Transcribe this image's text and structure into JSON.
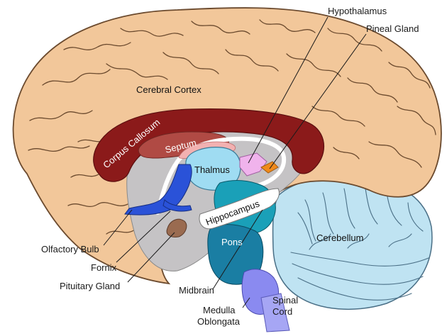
{
  "colors": {
    "cortex": "#f2c79a",
    "cortex_outline": "#6b4a2e",
    "corpus_callosum": "#8b1a1a",
    "septum": "#b04a44",
    "inner_gray": "#c5c3c5",
    "thalamus": "#9fdcf2",
    "hypothalamus": "#f0b3ec",
    "pineal": "#f08a1a",
    "fornix_blue": "#2a52d8",
    "midbrain": "#1aa0b8",
    "pons": "#1a7ea3",
    "medulla": "#8a8af0",
    "spinal_cord": "#a6a6f4",
    "cerebellum": "#bfe3f2",
    "pituitary": "#9a6b50",
    "hippocampus": "#ffffff"
  },
  "labels": {
    "hypothalamus": "Hypothalamus",
    "pineal_gland": "Pineal Gland",
    "cerebral_cortex": "Cerebral Cortex",
    "corpus_callosum": "Corpus Callosum",
    "septum": "Septum",
    "thalmus": "Thalmus",
    "hippocampus": "Hippocampus",
    "cerebellum": "Cerebellum",
    "pons": "Pons",
    "olfactory_bulb": "Olfactory Bulb",
    "fornix": "Fornix",
    "pituitary_gland": "Pituitary Gland",
    "midbrain": "Midbrain",
    "medulla_line1": "Medulla",
    "medulla_line2": "Oblongata",
    "spinal_line1": "Spinal",
    "spinal_line2": "Cord"
  }
}
